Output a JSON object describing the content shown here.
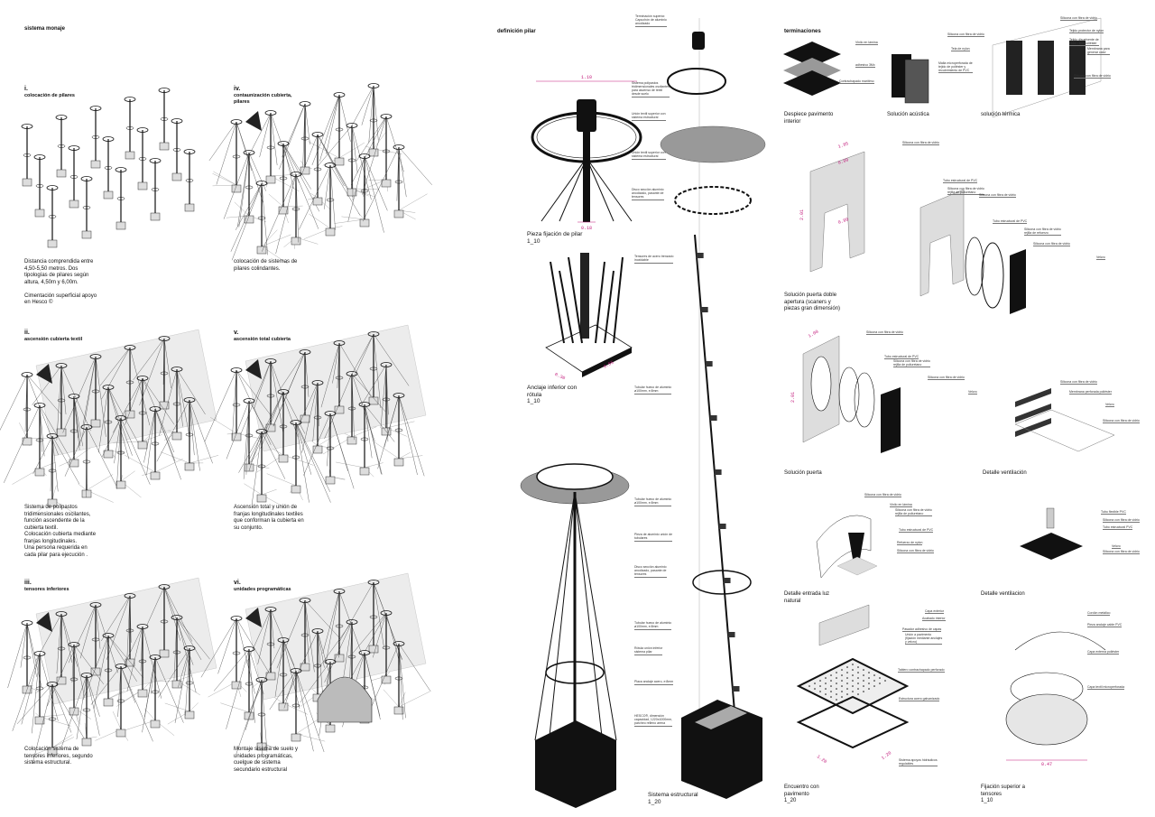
{
  "sections": {
    "montaje": "sistema monaje",
    "pilar": "definición pilar",
    "terminaciones": "terminaciones"
  },
  "steps": [
    {
      "num": "i.",
      "title": "colocación de pilares",
      "caption": "Distancia comprendida entre\n4,50-5,50 metros. Dos\ntipologías de pilares según\naltura, 4,50m y 6,00m.\n\nCimentación superficial apoyo\nen Hesco ©"
    },
    {
      "num": "ii.",
      "title": "ascensión cubierta textil",
      "caption": "Sistema de polipastos\ntridimensionales oscilantes,\nfunción ascendente de la\ncubierta textil.\nColocación cubierta mediante\nfranjas longitudinales.\nUna persona requerida en\ncada pilar para ejecución ."
    },
    {
      "num": "iii.",
      "title": "tensores inferiores",
      "caption": "Colocación sistema de\ntensores inferiores, segundo\nsistema estructural."
    },
    {
      "num": "iv.",
      "title": "contaunización cubierta,\npilares",
      "caption": "colocación de sistemas de\npilares colindantes."
    },
    {
      "num": "v.",
      "title": "ascensión total cubierta",
      "caption": "Ascensión total y unión de\nfranjas longitudinales textiles\nque conforman la cubierta en\nsu conjunto."
    },
    {
      "num": "vi.",
      "title": "unidades programáticas",
      "caption": "Montaje sisema de suelo y\nunidades programáticas,\ncuelgue de sistema\nsecundario estructural"
    }
  ],
  "pilar": {
    "captions": {
      "fijacion": "Pieza fijación  de pilar\n1_10",
      "anclaje": "Anclaje inferior con\nrótula\n1_10",
      "sistema": "Sistema estructural\n1_20"
    },
    "dimensions": {
      "ring": "1.10",
      "tube": "0.18",
      "base_a": "0.30",
      "base_b": "0.55"
    },
    "annotations": [
      "Terminación superior.\nCapuchón de aluminio\nanodizado",
      "Sistema polipastos\ntridimensionales oscilantes\npara ascenso de textil\ndesde suelo",
      "Unión textil superior con\nsistema estructural",
      "Unión textil superior con\nsistema estructural",
      "Disco sección aluminio\nanodizado, pasante de\ntensores",
      "Tensores de acero trenzado\ninoxidable",
      "Tubular hueco de aluminio\nø100mm, e:8mm",
      "Tubular hueco de aluminio\nø100mm, e:8mm",
      "Pieza de aluminio unión de\ntubulares",
      "Disco sección aluminio\nanodizado, pasante de\ntensores",
      "Tubular hueco de aluminio\nø100mm, e:8mm",
      "Rótula unión inferior\nsistema pilar",
      "Placa anclaje acero, e:8mm",
      "HESCO®, dimensión\ncapacidad, 1220x1000mm,\nparcheo relleno arena"
    ]
  },
  "terminaciones": {
    "captions": {
      "pavimento": "Despiece pavimento\ninterior",
      "acustica": "Solución acústica",
      "termica": "solución térmica",
      "puerta_doble": "Solución puerta doble\napertura (scaners y\npiezas gran dimensión)",
      "puerta": "Solución puerta",
      "ventilacion_1": "Detalle ventilación",
      "luz": "Detalle entrada luz\nnatural",
      "ventilacion_2": "Detalle ventilacion",
      "encuentro": "Encuentro con\npavimento\n1_20",
      "fijacion_sup": "Fijación superior a\ntensores\n1_10"
    },
    "annotations": {
      "pavimento": [
        "Vinilo en lámina",
        "adhesivo 3Mx",
        "Contrachapado marítimo"
      ],
      "acustica": [
        "Silicona con fibra de vidrio",
        "Tela de nylon",
        "Malla microperforada de\ntejido de poliéster y\nrecubrimiento de PVC"
      ],
      "termica": [
        "Silicona con fibra de vidrio",
        "Tejido protector de nylon",
        "Tejido disuelvente de\ncalor - tela poliéster",
        "Membrana para\ngenerar calor",
        "Silicona con fibra de vidrio"
      ],
      "puerta_doble": [
        "Silicona con fibra de vidrio",
        "Tubo estructural de PVC",
        "Silicona con fibra de vidrio\nrejilla de poliuretano",
        "Silicona con fibra de vidrio",
        "Tubo estructural de PVC",
        "Silicona con fibra de vidrio\nrejilla de refuerzo",
        "Silicona con fibra de vidrio",
        "Velcro"
      ],
      "puerta": [
        "Silicona con fibra de vidrio",
        "Tubo estructural de PVC",
        "Silicona con fibra de vidrio\nrejilla de poliuretano",
        "Silicona con fibra de vidrio",
        "Velcro"
      ],
      "ventilacion_1": [
        "Silicona con fibra de vidrio",
        "Membrana perforada poliéster",
        "Velcro",
        "Silicona con fibra de vidrio"
      ],
      "luz": [
        "Silicona con fibra de vidrio",
        "Vinilo en lámina",
        "Silicona con fibra de vidrio\nrejilla de poliuretano",
        "Tubo estructural de PVC",
        "Refuerzo de nylon",
        "Silicona con fibra de vidrio"
      ],
      "ventilacion_2": [
        "Tubo flexible PVC",
        "Silicona con fibra de vidrio",
        "Tubo estructural PVC",
        "Velcro",
        "Silicona con fibra de vidrio"
      ],
      "encuentro": [
        "Capa exterior",
        "Acabado interior",
        "Pasador adhesivo de capas",
        "Unión a pavimento\n(fijación mediante anclajes\ny velcro)",
        "Tablero contrachapado perforado",
        "Estructura acero galvanizado",
        "Sistema apoyos hidráulicos\nregulables"
      ],
      "fijacion_sup": [
        "Cordón metálico",
        "Pieza anclaje cable PVC",
        "Capa externa poliéster",
        "Capa textil microperforada"
      ]
    },
    "dimensions": {
      "doble_w": "1.85",
      "doble_in_top": "0.99",
      "doble_in_bot": "0.99",
      "doble_h": "2.01",
      "puerta_w": "1.00",
      "puerta_h": "2.01",
      "vent": "0.47",
      "enc_a": "1.20",
      "enc_b": "1.20"
    }
  },
  "colors": {
    "accent": "#c2187a",
    "ink": "#111111",
    "grey": "#d6d6d6"
  }
}
